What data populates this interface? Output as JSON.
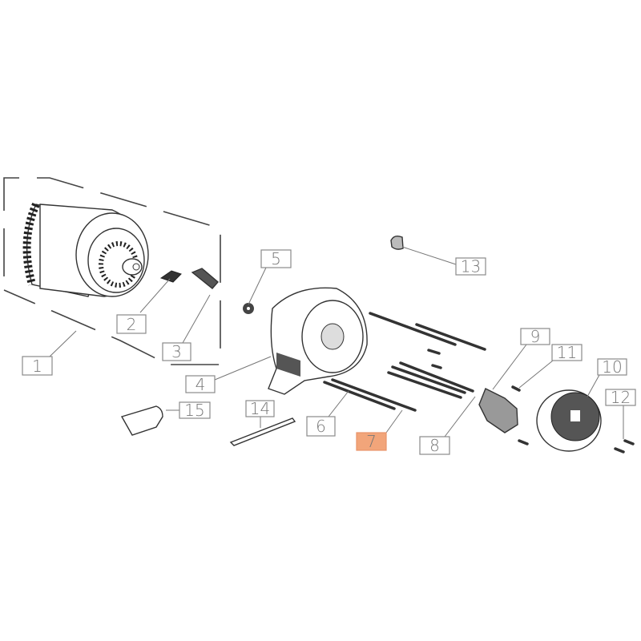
{
  "diagram": {
    "callouts": [
      {
        "label": "1"
      },
      {
        "label": "2"
      },
      {
        "label": "3"
      },
      {
        "label": "4"
      },
      {
        "label": "5"
      },
      {
        "label": "6"
      },
      {
        "label": "7"
      },
      {
        "label": "8"
      },
      {
        "label": "9"
      },
      {
        "label": "10"
      },
      {
        "label": "11"
      },
      {
        "label": "12"
      },
      {
        "label": "13"
      },
      {
        "label": "14"
      },
      {
        "label": "15"
      }
    ],
    "highlighted_callout": "7",
    "highlight_color": "#f2a57a"
  }
}
